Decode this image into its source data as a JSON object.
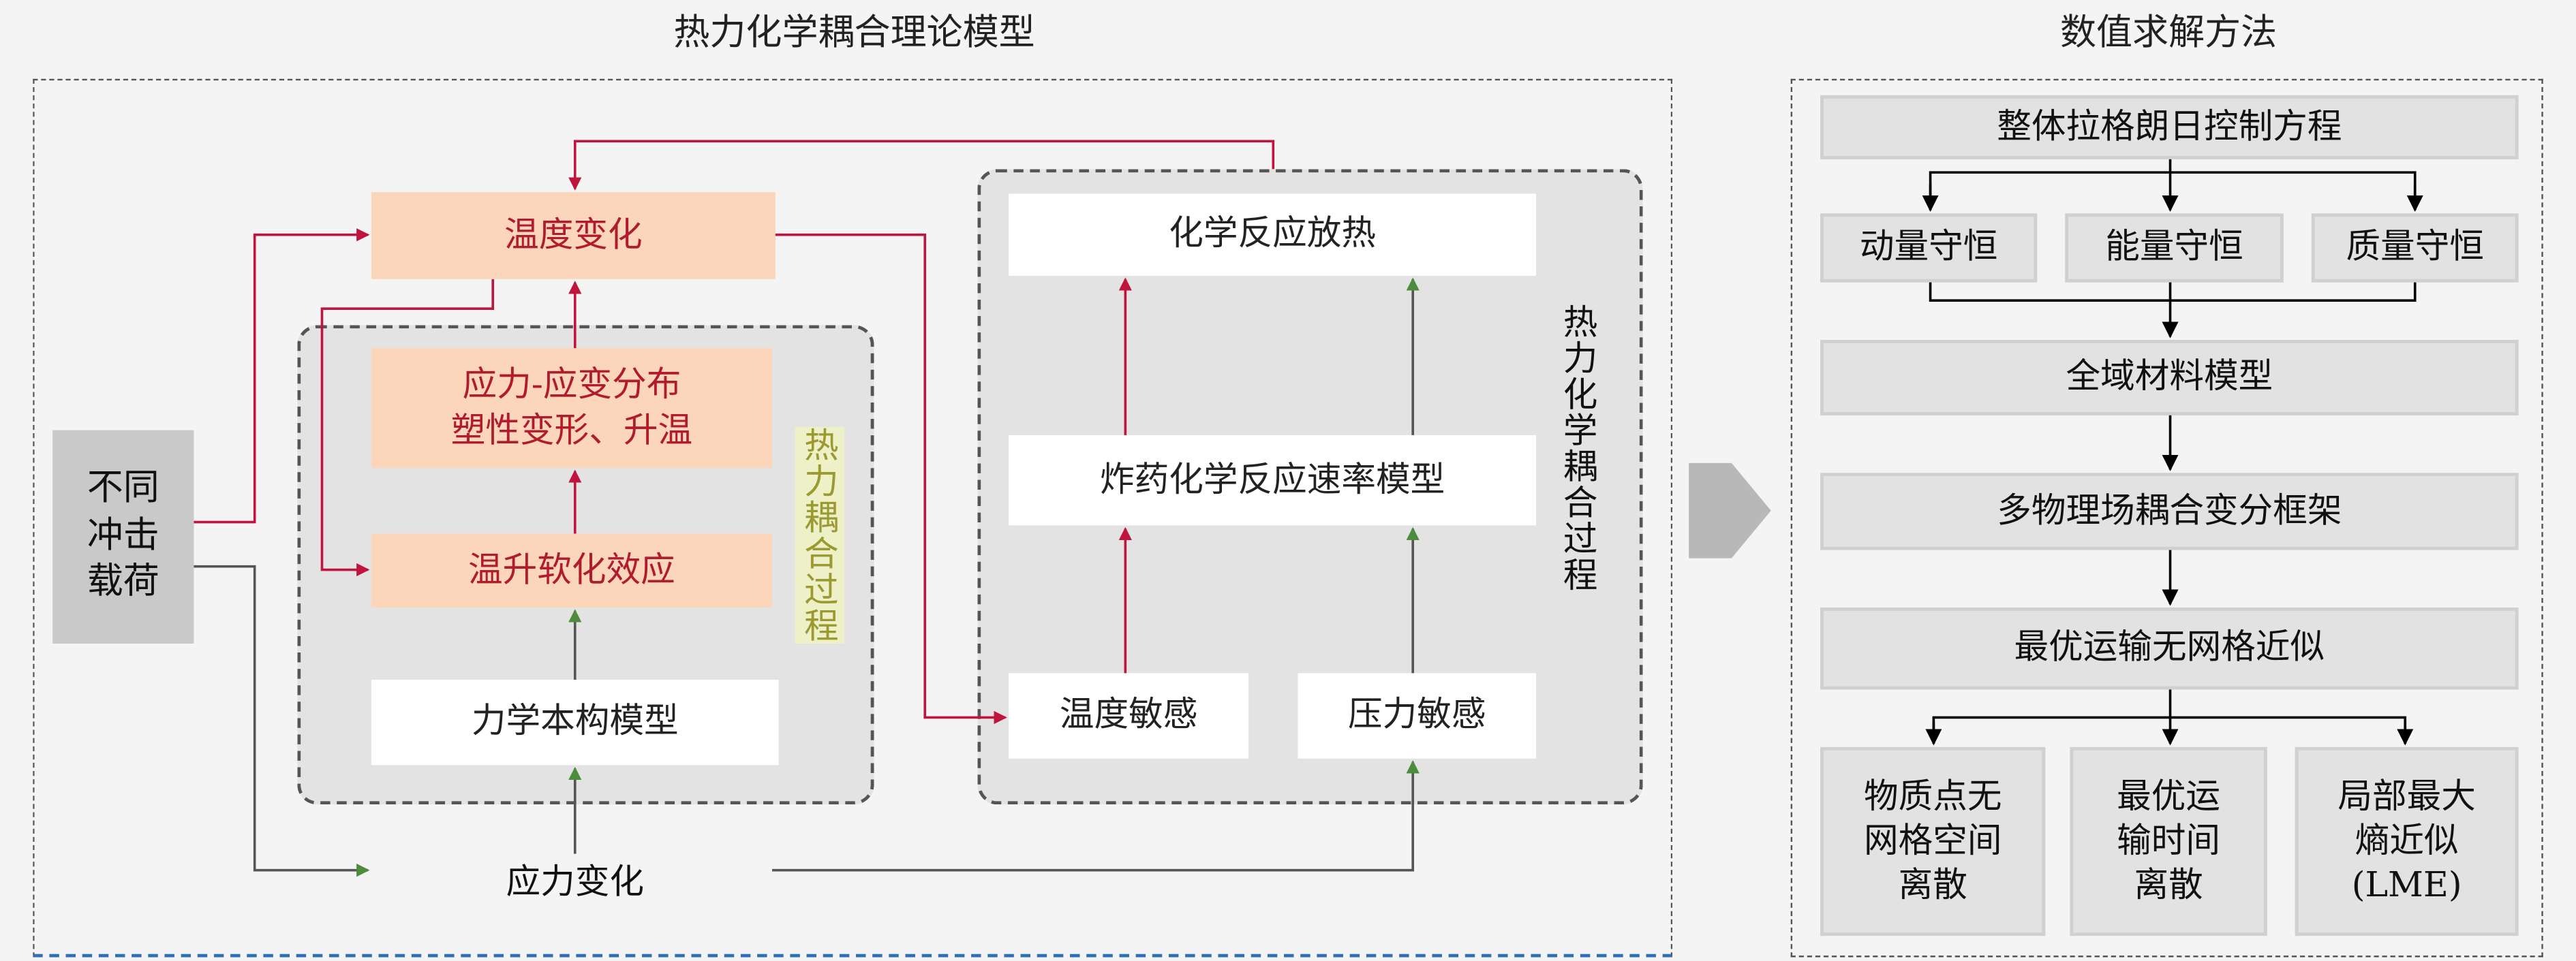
{
  "left_panel": {
    "title": "热力化学耦合理论模型",
    "load_box": "不同冲击载荷",
    "temperature_change": "温度变化",
    "stress_strain": "应力-应变分布塑性变形、升温",
    "stress_strain_line1": "应力-应变分布",
    "stress_strain_line2": "塑性变形、升温",
    "thermal_softening": "温升软化效应",
    "constitutive_model": "力学本构模型",
    "thermo_mech_label": "热力耦合过程",
    "chem_heat": "化学反应放热",
    "reaction_rate_model": "炸药化学反应速率模型",
    "temp_sensitive": "温度敏感",
    "pressure_sensitive": "压力敏感",
    "thermo_chem_label": "热力化学耦合过程",
    "stress_change": "应力变化"
  },
  "right_panel": {
    "title": "数值求解方法",
    "lagrange": "整体拉格朗日控制方程",
    "conservation": [
      "动量守恒",
      "能量守恒",
      "质量守恒"
    ],
    "material_model": "全域材料模型",
    "variational": "多物理场耦合变分框架",
    "ot_meshfree": "最优运输无网格近似",
    "methods": [
      {
        "line1": "物质点无",
        "line2": "网格空间",
        "line3": "离散"
      },
      {
        "line1": "最优运",
        "line2": "输时间",
        "line3": "离散"
      },
      {
        "line1": "局部最大",
        "line2": "熵近似",
        "line3": "(LME)"
      }
    ]
  },
  "colors": {
    "red": "#c0143c",
    "green": "#4c8c3c",
    "peach": "#fcd6bb"
  }
}
